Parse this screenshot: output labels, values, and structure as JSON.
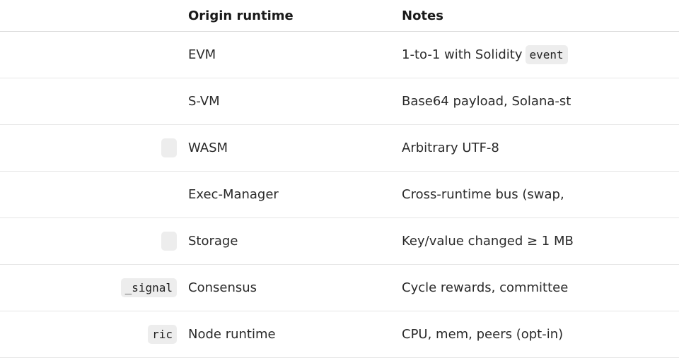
{
  "table": {
    "headers": [
      "",
      "Origin runtime",
      "Notes"
    ],
    "rows": [
      {
        "event": "",
        "runtime": "EVM",
        "notes": "1-to-1 with Solidity",
        "notes_code": "event"
      },
      {
        "event": "",
        "runtime": "S-VM",
        "notes": "Base64 payload, Solana-st",
        "notes_code": ""
      },
      {
        "event": "",
        "runtime": "WASM",
        "notes": "Arbitrary UTF-8",
        "notes_code": ""
      },
      {
        "event": "",
        "runtime": "Exec-Manager",
        "notes": "Cross-runtime bus (swap,",
        "notes_code": ""
      },
      {
        "event": "",
        "runtime": "Storage",
        "notes": "Key/value changed ≥ 1 MB",
        "notes_code": ""
      },
      {
        "event": "_signal",
        "runtime": "Consensus",
        "notes": "Cycle rewards, committee",
        "notes_code": ""
      },
      {
        "event": "ric",
        "runtime": "Node runtime",
        "notes": "CPU, mem, peers (opt-in)",
        "notes_code": ""
      }
    ]
  }
}
